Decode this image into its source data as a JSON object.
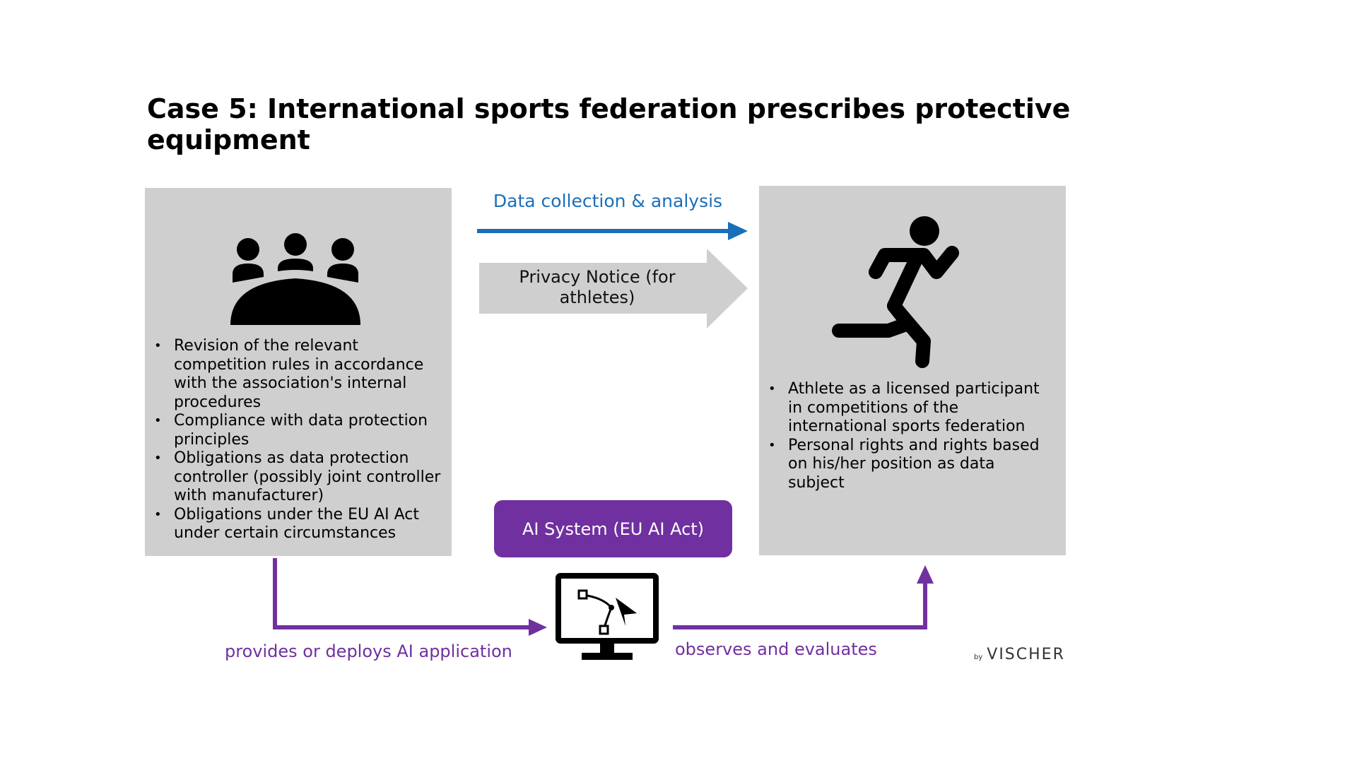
{
  "title": "Case 5: International sports federation prescribes protective equipment",
  "left_panel": {
    "icon": "meeting-group-icon",
    "bullets": [
      "Revision of the relevant competition rules in accordance with the association's internal procedures",
      "Compliance with data protection principles",
      "Obligations as data protection controller (possibly joint controller with manufacturer)",
      "Obligations under the EU AI Act under certain circumstances"
    ]
  },
  "right_panel": {
    "icon": "running-person-icon",
    "bullets": [
      "Athlete as a licensed participant in competitions of the international sports federation",
      "Personal rights and rights based on his/her position as data subject"
    ]
  },
  "data_flow": {
    "label": "Data collection & analysis"
  },
  "notice": {
    "label": "Privacy Notice (for athletes)"
  },
  "ai_system": {
    "label": "AI System (EU AI Act)",
    "icon": "monitor-vector-icon"
  },
  "flows": {
    "provides": "provides or deploys AI application",
    "observes": "observes and evaluates"
  },
  "brand": {
    "by": "by",
    "name": "VISCHER"
  },
  "colors": {
    "panel": "#d0cfcf",
    "blue": "#1a6fb8",
    "purple": "#7030a0",
    "notice_arrow": "#d0cfcf"
  }
}
